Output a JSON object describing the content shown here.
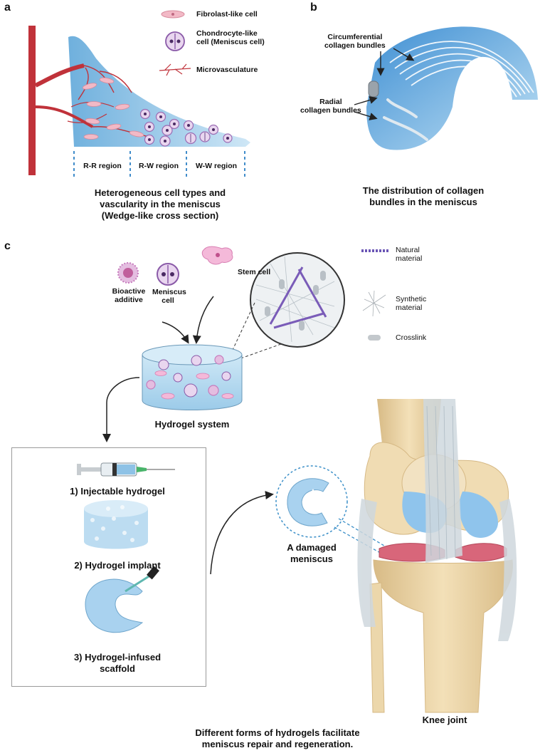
{
  "panels": {
    "a": "a",
    "b": "b",
    "c": "c"
  },
  "panel_a": {
    "legend": {
      "fibroblast": "Fibrolast-like cell",
      "chondrocyte_line1": "Chondrocyte-like",
      "chondrocyte_line2": "cell (Meniscus cell)",
      "microvasculature": "Microvasculature"
    },
    "regions": [
      "R-R region",
      "R-W region",
      "W-W region"
    ],
    "caption": [
      "Heterogeneous cell types and",
      "vascularity in the meniscus",
      "(Wedge-like cross section)"
    ]
  },
  "panel_b": {
    "circumferential": [
      "Circumferential",
      "collagen bundles"
    ],
    "radial": [
      "Radial",
      "collagen bundles"
    ],
    "caption": [
      "The distribution of collagen",
      "bundles in the meniscus"
    ]
  },
  "panel_c": {
    "stem_cell": "Stem cell",
    "meniscus_cell": [
      "Meniscus",
      "cell"
    ],
    "bioactive": [
      "Bioactive",
      "additive"
    ],
    "natural": [
      "Natural",
      "material"
    ],
    "synthetic": [
      "Synthetic",
      "material"
    ],
    "crosslink": "Crosslink",
    "hydrogel_system": "Hydrogel system",
    "forms": [
      "1) Injectable hydrogel",
      "2) Hydrogel implant",
      "3) Hydrogel-infused",
      "scaffold"
    ],
    "damaged": [
      "A damaged",
      "meniscus"
    ],
    "knee": "Knee joint",
    "caption": [
      "Different forms of hydrogels facilitate",
      "meniscus repair and regeneration."
    ]
  },
  "colors": {
    "meniscus_blue": "#7fb9e0",
    "vessel_red": "#c0323a",
    "cell_purple": "#b07cc6",
    "cell_pink": "#f2b9c6",
    "bone": "#e7cf9e"
  }
}
